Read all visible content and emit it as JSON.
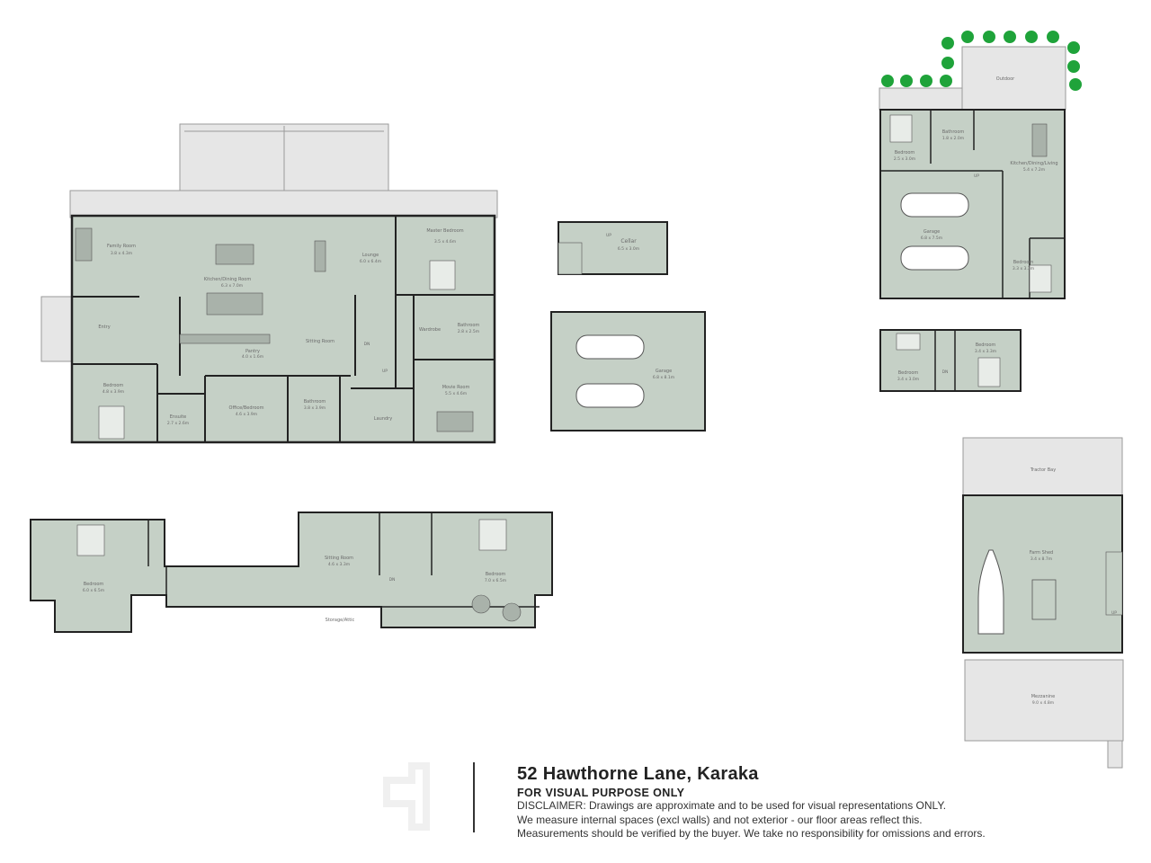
{
  "property": {
    "title": "52 Hawthorne Lane, Karaka",
    "subtitle": "FOR VISUAL PURPOSE ONLY",
    "disclaimer": [
      "DISCLAIMER:  Drawings are approximate and to be used for visual representations ONLY.",
      "We measure internal spaces (excl walls) and not exterior - our floor areas reflect this.",
      "Measurements should be verified by the buyer. We take no responsibility for omissions and errors."
    ]
  },
  "colors": {
    "room": "#c5d0c6",
    "wall": "#222222",
    "deck": "#e6e6e6",
    "fixture": "#909090",
    "tree": "#1fa33a"
  },
  "rooms": {
    "family": {
      "name": "Family Room",
      "dim": "3.8 x 4.3m"
    },
    "kitchen": {
      "name": "Kitchen/Dining Room",
      "dim": "6.3 x 7.0m"
    },
    "lounge": {
      "name": "Lounge",
      "dim": "6.0 x 6.4m"
    },
    "master": {
      "name": "Master Bedroom",
      "dim": "3.5 x 4.6m"
    },
    "entry": {
      "name": "Entry"
    },
    "sitting": {
      "name": "Sitting Room"
    },
    "wardrobe": {
      "name": "Wardrobe"
    },
    "bath1": {
      "name": "Bathroom",
      "dim": "2.8 x 2.5m"
    },
    "pantry": {
      "name": "Pantry",
      "dim": "4.0 x 1.6m"
    },
    "bed1": {
      "name": "Bedroom",
      "dim": "4.8 x 3.9m"
    },
    "ensuite": {
      "name": "Ensuite",
      "dim": "2.7 x 2.6m"
    },
    "office": {
      "name": "Office/Bedroom",
      "dim": "4.6 x 3.9m"
    },
    "bath2": {
      "name": "Bathroom",
      "dim": "3.8 x 3.9m"
    },
    "laundry": {
      "name": "Laundry"
    },
    "movie": {
      "name": "Movie Room",
      "dim": "5.5 x 4.6m"
    },
    "cellar": {
      "name": "Cellar",
      "dim": "6.5 x 3.0m"
    },
    "garage1": {
      "name": "Garage",
      "dim": "6.8 x 8.1m"
    },
    "up_bed1": {
      "name": "Bedroom",
      "dim": "6.0 x 6.5m"
    },
    "up_sitting": {
      "name": "Sitting Room",
      "dim": "4.6 x 3.3m"
    },
    "up_bed2": {
      "name": "Bedroom",
      "dim": "7.0 x 6.5m"
    },
    "storage": {
      "name": "Storage/Attic"
    },
    "outdoor": {
      "name": "Outdoor"
    },
    "g_bed1": {
      "name": "Bedroom",
      "dim": "2.5 x 3.0m"
    },
    "g_bath": {
      "name": "Bathroom",
      "dim": "1.8 x 2.0m"
    },
    "g_kitchen": {
      "name": "Kitchen/Dining/Living",
      "dim": "5.4 x 7.2m"
    },
    "g_garage": {
      "name": "Garage",
      "dim": "6.8 x 7.5m"
    },
    "g_bed2": {
      "name": "Bedroom",
      "dim": "3.3 x 3.3m"
    },
    "g_up_bed1": {
      "name": "Bedroom",
      "dim": "3.4 x 3.0m"
    },
    "g_up_bed2": {
      "name": "Bedroom",
      "dim": "3.4 x 3.3m"
    },
    "tractor": {
      "name": "Tractor Bay"
    },
    "farm": {
      "name": "Farm Shed",
      "dim": "3.4 x 8.7m"
    },
    "mezz": {
      "name": "Mezzanine",
      "dim": "9.0 x 4.8m"
    }
  },
  "stairs": {
    "up": "UP",
    "down": "DN"
  }
}
